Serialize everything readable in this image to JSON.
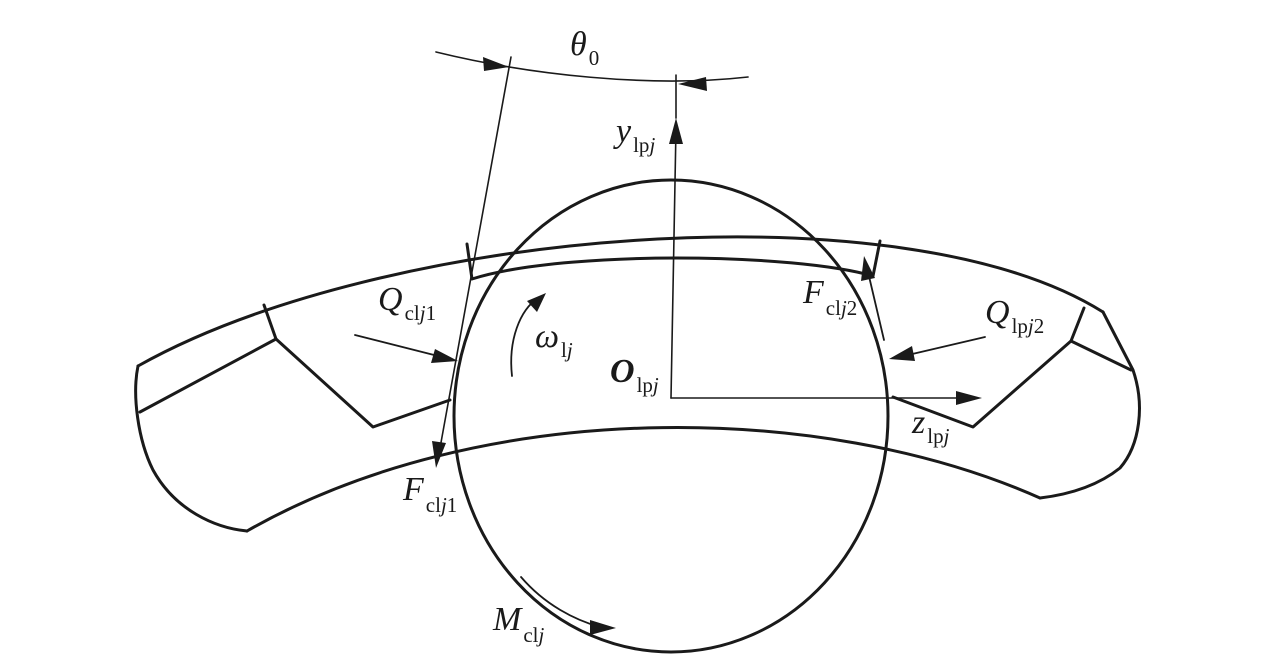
{
  "labels": {
    "theta0": {
      "main": "θ",
      "sub": "0"
    },
    "y_axis": {
      "main": "y",
      "sub_a": "lp",
      "sub_b": "j"
    },
    "z_axis": {
      "main": "z",
      "sub_a": "lp",
      "sub_b": "j"
    },
    "origin": {
      "main": "O",
      "sub_a": "lp",
      "sub_b": "j"
    },
    "omega": {
      "main": "ω",
      "sub_a": "l",
      "sub_b": "j"
    },
    "Q_cj1": {
      "main": "Q",
      "sub_a": "cl",
      "sub_b": "j",
      "sub_c": "1"
    },
    "Q_lpj2": {
      "main": "Q",
      "sub_a": "lp",
      "sub_b": "j",
      "sub_c": "2"
    },
    "F_cj1": {
      "main": "F",
      "sub_a": "cl",
      "sub_b": "j",
      "sub_c": "1"
    },
    "F_cj2": {
      "main": "F",
      "sub_a": "cl",
      "sub_b": "j",
      "sub_c": "2"
    },
    "M_cj": {
      "main": "M",
      "sub_a": "cl",
      "sub_b": "j"
    }
  }
}
